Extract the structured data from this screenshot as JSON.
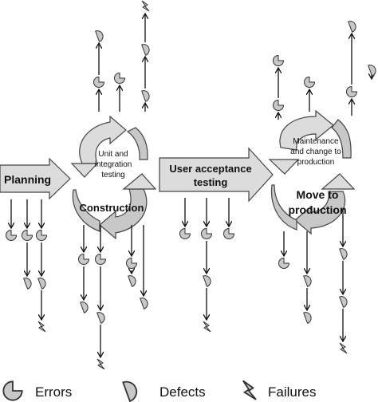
{
  "stages": {
    "planning": "Planning",
    "unit_testing": [
      "Unit and",
      "integration",
      "testing"
    ],
    "construction": "Construction",
    "uat": [
      "User acceptance",
      "testing"
    ],
    "maintenance": [
      "Maintenance",
      "and change to",
      "production"
    ],
    "move": [
      "Move to",
      "production"
    ]
  },
  "legend": {
    "errors": "Errors",
    "defects": "Defects",
    "failures": "Failures"
  },
  "colors": {
    "shape_fill": "#c8c8c8",
    "arrow_fill": "#dcdcdc",
    "stroke": "#444444"
  },
  "icons": {
    "error": "pac-man-circle-icon",
    "defect": "half-disk-icon",
    "failure": "lightning-bolt-icon"
  }
}
